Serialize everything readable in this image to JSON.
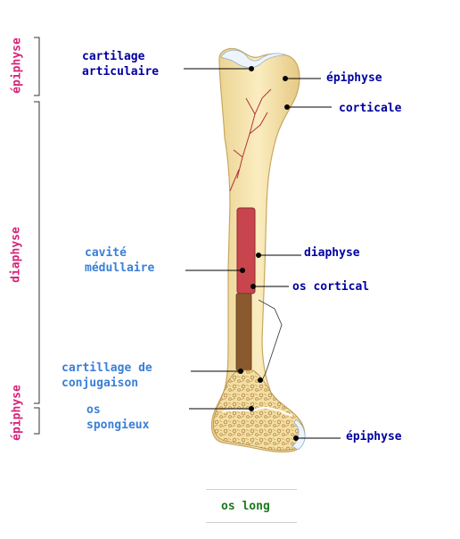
{
  "labels": {
    "cartilage_articulaire": "cartilage\narticulaire",
    "epiphyse_top": "épiphyse",
    "corticale": "corticale",
    "cavite_medullaire": "cavité\nmédullaire",
    "diaphyse": "diaphyse",
    "os_cortical": "os cortical",
    "cartillage_conjugaison": "cartillage de\nconjugaison",
    "os_spongieux": "os\nspongieux",
    "epiphyse_bottom": "épiphyse"
  },
  "side_labels": {
    "epiphyse_top": "épiphyse",
    "diaphyse": "diaphyse",
    "epiphyse_bottom": "épiphyse"
  },
  "caption": "os long",
  "colors": {
    "label_dark": "#0000a0",
    "label_light": "#3a7fd6",
    "side_label": "#d6247a",
    "caption": "#1a7a1a",
    "bone": "#f6e3a8",
    "marrow_red": "#c8454d",
    "marrow_brown": "#8a5a2e"
  }
}
